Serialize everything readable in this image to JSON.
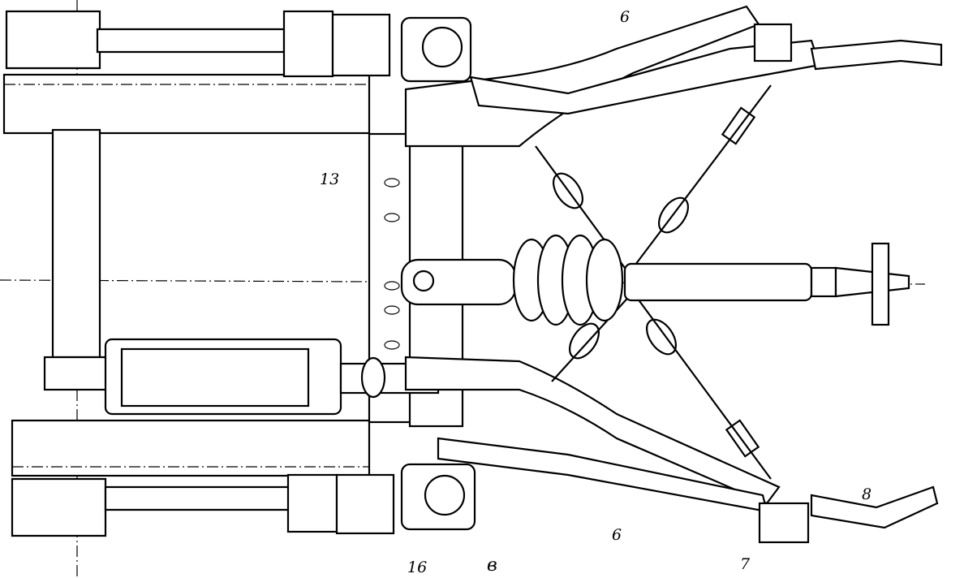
{
  "figure": {
    "panel_letter": "в",
    "callouts": [
      {
        "id": "label-6-top",
        "text": "6"
      },
      {
        "id": "label-13",
        "text": "13"
      },
      {
        "id": "label-6-bottom",
        "text": "6"
      },
      {
        "id": "label-16",
        "text": "16"
      },
      {
        "id": "label-7",
        "text": "7"
      },
      {
        "id": "label-8",
        "text": "8"
      }
    ]
  }
}
